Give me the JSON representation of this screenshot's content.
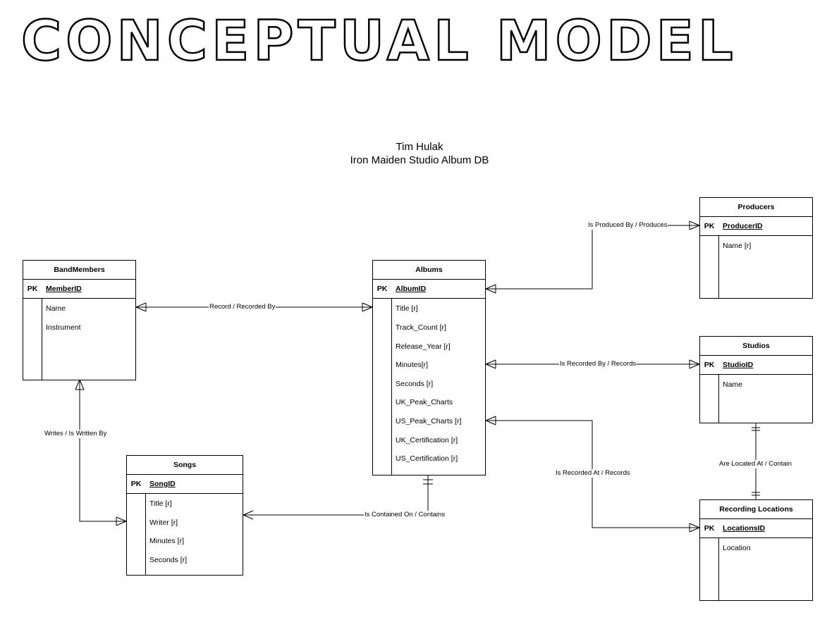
{
  "banner": "CONCEPTUAL MODEL",
  "author": "Tim Hulak",
  "db_title": "Iron Maiden Studio Album DB",
  "pk_label": "PK",
  "entities": {
    "bandmembers": {
      "name": "BandMembers",
      "key": "MemberID",
      "attrs": [
        "Name",
        "Instrument"
      ]
    },
    "albums": {
      "name": "Albums",
      "key": "AlbumID",
      "attrs": [
        "Title [r]",
        "Track_Count [r]",
        "Release_Year [r]",
        "Minutes[r]",
        "Seconds [r]",
        "UK_Peak_Charts",
        "US_Peak_Charts [r]",
        "UK_Certification [r]",
        "US_Certification [r]"
      ]
    },
    "producers": {
      "name": "Producers",
      "key": "ProducerID",
      "attrs": [
        "Name [r]"
      ]
    },
    "studios": {
      "name": "Studios",
      "key": "StudioID",
      "attrs": [
        "Name"
      ]
    },
    "songs": {
      "name": "Songs",
      "key": "SongID",
      "attrs": [
        "Title [r]",
        "Writer [r]",
        "Minutes [r]",
        "Seconds [r]"
      ]
    },
    "locations": {
      "name": "Recording Locations",
      "key": "LocationsID",
      "attrs": [
        "Location"
      ]
    }
  },
  "relationships": {
    "record": "Record / Recorded By",
    "produced": "Is Produced By / Produces",
    "studio": "Is Recorded By / Records",
    "recorded_at": "Is Recorded At / Records",
    "contained": "Is Contained On / Contains",
    "writes": "Writes / Is Written By",
    "located": "Are Located At / Contain"
  }
}
